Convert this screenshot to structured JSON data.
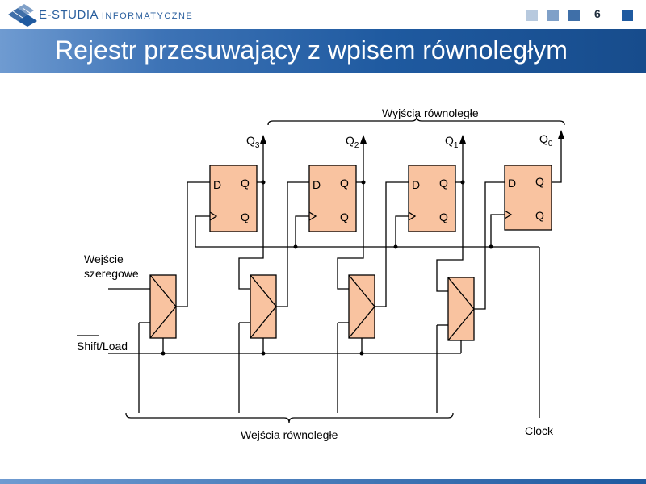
{
  "header": {
    "logo_main": "E-STUDIA",
    "logo_sub": "INFORMATYCZNE",
    "page_number": "6",
    "title": "Rejestr przesuwający z wpisem równoległym"
  },
  "colors": {
    "title_bar": "#1f5aa0",
    "flipflop_fill": "#f9c3a0",
    "square_1": "#b7c9de",
    "square_2": "#7fa0c8",
    "square_3": "#3f6fa8",
    "square_4": "#1f5aa0"
  },
  "diagram": {
    "parallel_outputs_label": "Wyjścia równoległe",
    "parallel_inputs_label": "Wejścia równoległe",
    "serial_input_label_1": "Wejście",
    "serial_input_label_2": "szeregowe",
    "shift_load_label": "Shift/Load",
    "clock_label": "Clock",
    "output_labels": [
      {
        "name": "Q",
        "sub": "3"
      },
      {
        "name": "Q",
        "sub": "2"
      },
      {
        "name": "Q",
        "sub": "1"
      },
      {
        "name": "Q",
        "sub": "0"
      }
    ],
    "flipflop_d": "D",
    "flipflop_q": "Q",
    "flipflop_qbar": "Q"
  }
}
